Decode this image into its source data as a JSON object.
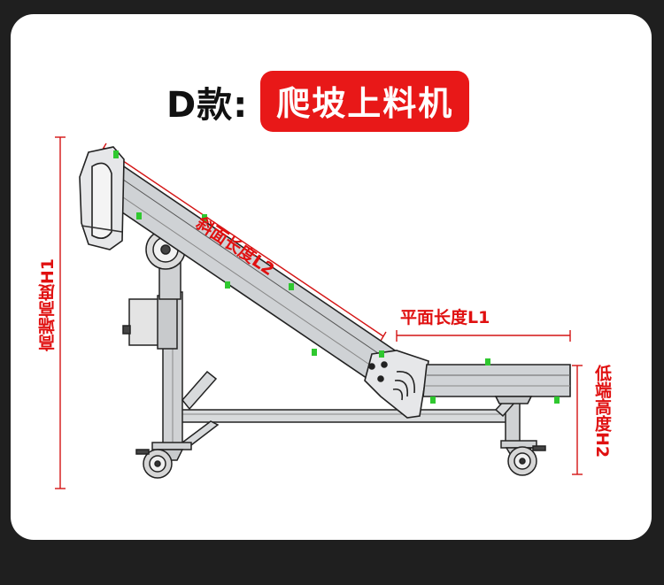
{
  "title": {
    "prefix": "D款:",
    "badge": "爬坡上料机"
  },
  "dimensions": {
    "high_end_height": "高端高度H1",
    "slope_length": "斜面长度L2",
    "flat_length": "平面长度L1",
    "low_end_height": "低端高度H2"
  },
  "colors": {
    "accent": "#e81818",
    "dimension_line": "#e01010",
    "frame": "#b9bcc0",
    "marker": "#2fc82f"
  }
}
